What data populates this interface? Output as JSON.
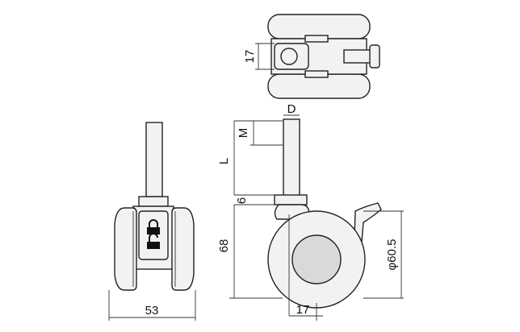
{
  "dimensions": {
    "top_width": "17",
    "shaft_d": "D",
    "thread_m": "M",
    "length_l": "L",
    "collar": "6",
    "height": "68",
    "wheel_dia": "φ60.5",
    "offset": "17",
    "front_width": "53"
  },
  "icons": [
    "padlock-closed-icon",
    "padlock-open-icon"
  ]
}
